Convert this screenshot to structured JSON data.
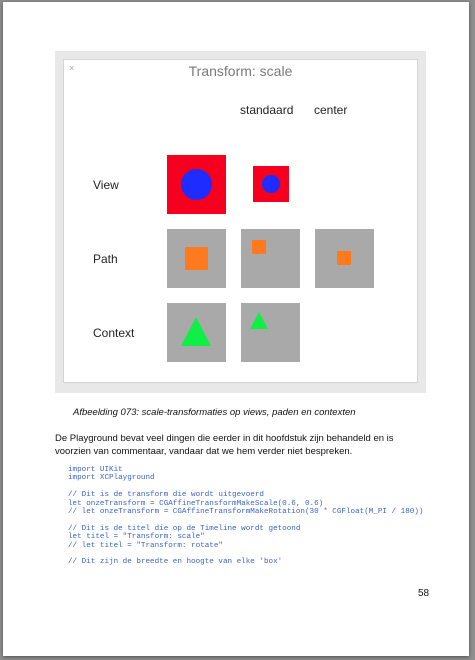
{
  "figure": {
    "window_title": "Transform: scale",
    "close_glyph": "×",
    "column_headers": [
      "standaard",
      "center"
    ],
    "row_labels": [
      "View",
      "Path",
      "Context"
    ]
  },
  "caption": "Afbeelding 073: scale-transformaties op views, paden en contexten",
  "paragraph": "De Playground bevat veel dingen die eerder in dit hoofdstuk zijn behandeld en is voorzien van commentaar, vandaar dat we hem verder niet bespreken.",
  "code_lines": [
    "import UIKit",
    "import XCPlayground",
    "",
    "// Dit is de transform die wordt uitgevoerd",
    "let onzeTransform = CGAffineTransformMakeScale(0.6, 0.6)",
    "// let onzeTransform = CGAffineTransformMakeRotation(30 * CGFloat(M_PI / 180))",
    "",
    "// Dit is de titel die op de Timeline wordt getoond",
    "let titel = \"Transform: scale\"",
    "// let titel = \"Transform: rotate\"",
    "",
    "// Dit zijn de breedte en hoogte van elke 'box'"
  ],
  "page_number": "58",
  "colors": {
    "view_background": "#f5001f",
    "circle": "#1f2cff",
    "box_background": "#a9a9a9",
    "path_square": "#ff7a1e",
    "triangle": "#11ee46",
    "code_text": "#3a63c8"
  }
}
